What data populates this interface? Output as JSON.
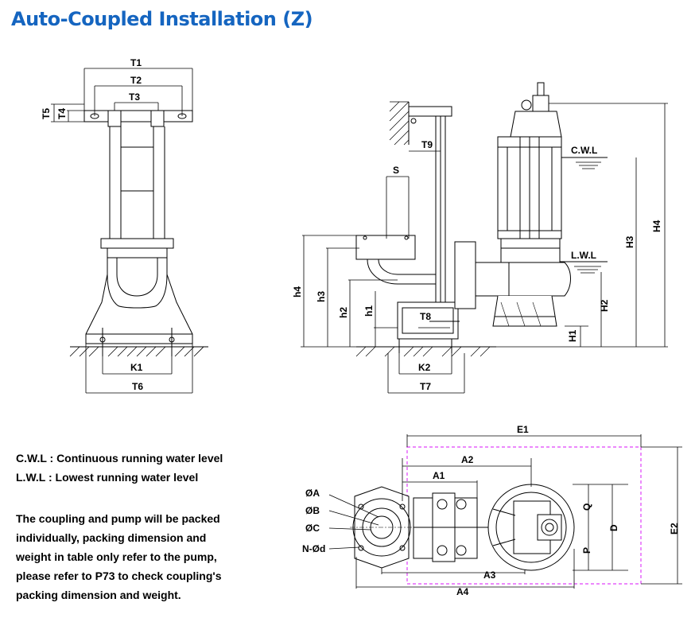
{
  "title": "Auto-Coupled Installation (Z)",
  "legend": {
    "cwl": "C.W.L : Continuous running water level",
    "lwl": "L.W.L :  Lowest running water level"
  },
  "note_lines": [
    "The coupling and pump will be packed",
    "individually,  packing  dimension and",
    "weight  in table only refer to the pump,",
    "please refer to P73 to check coupling's",
    "packing dimension and weight."
  ],
  "labels": {
    "T1": "T1",
    "T2": "T2",
    "T3": "T3",
    "T4": "T4",
    "T5": "T5",
    "T6": "T6",
    "T7": "T7",
    "T8": "T8",
    "T9": "T9",
    "K1": "K1",
    "K2": "K2",
    "S": "S",
    "h1": "h1",
    "h2": "h2",
    "h3": "h3",
    "h4": "h4",
    "H1": "H1",
    "H2": "H2",
    "H3": "H3",
    "H4": "H4",
    "CWL": "C.W.L",
    "LWL": "L.W.L",
    "E1": "E1",
    "E2": "E2",
    "A1": "A1",
    "A2": "A2",
    "A3": "A3",
    "A4": "A4",
    "Q": "Q",
    "D": "D",
    "P": "P",
    "OA": "ØA",
    "OB": "ØB",
    "OC": "ØC",
    "NOd": "N-Ød"
  },
  "colors": {
    "title": "#1565c0",
    "envelope": "#e040fb",
    "line": "#000000"
  }
}
